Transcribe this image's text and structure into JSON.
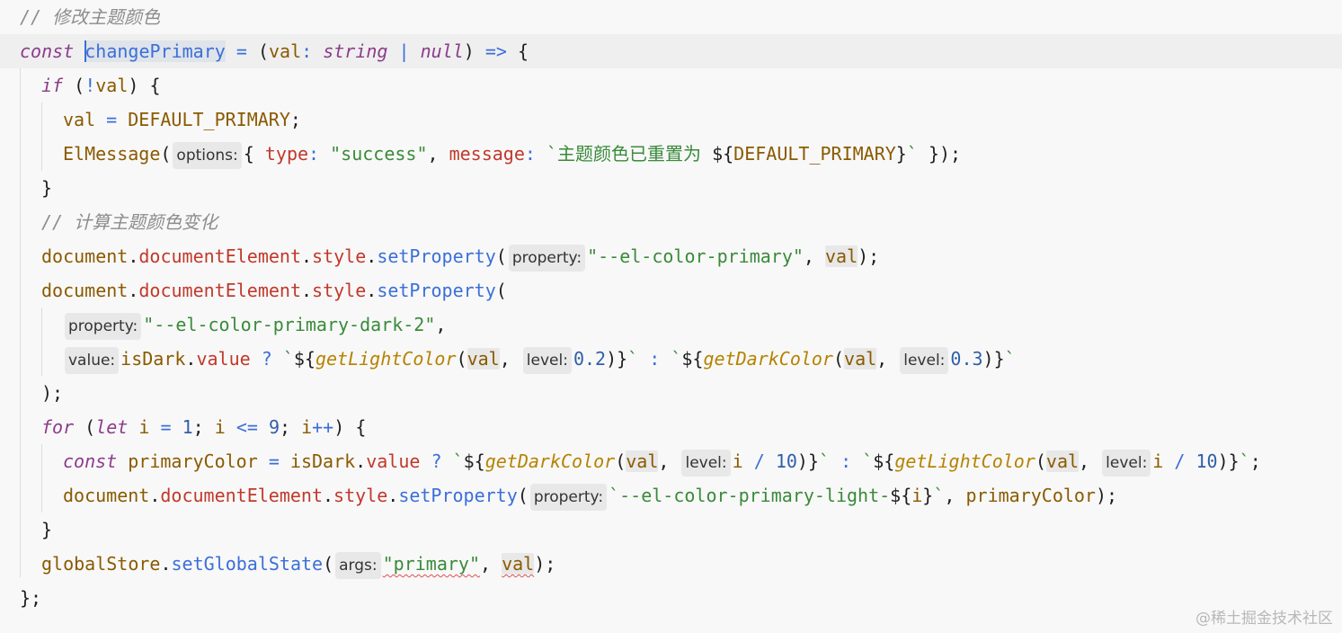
{
  "lines": [
    [
      "// 修改主题颜色"
    ],
    [
      "const",
      "changePrimary",
      "=",
      "(",
      "val",
      ":",
      "string",
      "|",
      "null",
      ")",
      "=>",
      "{"
    ],
    [
      "if",
      "(",
      "!",
      "val",
      ")",
      "{"
    ],
    [
      "val",
      "=",
      "DEFAULT_PRIMARY",
      ";"
    ],
    [
      "ElMessage",
      "(",
      "options:",
      "{",
      "type",
      ":",
      "\"success\"",
      ",",
      "message",
      ":",
      "`主题颜色已重置为 ",
      "${",
      "DEFAULT_PRIMARY",
      "}",
      "`",
      "});"
    ],
    [
      "}"
    ],
    [
      "// 计算主题颜色变化"
    ],
    [
      "document",
      ".",
      "documentElement",
      ".",
      "style",
      ".",
      "setProperty",
      "(",
      "property:",
      "\"--el-color-primary\"",
      ",",
      "val",
      ");"
    ],
    [
      "document",
      ".",
      "documentElement",
      ".",
      "style",
      ".",
      "setProperty",
      "("
    ],
    [
      "property:",
      "\"--el-color-primary-dark-2\"",
      ","
    ],
    [
      "value:",
      "isDark",
      ".",
      "value",
      "?",
      "`",
      "${",
      "getLightColor",
      "(",
      "val",
      ",",
      "level:",
      "0.2",
      ")",
      "}",
      "`",
      ":",
      "`",
      "${",
      "getDarkColor",
      "(",
      "val",
      ",",
      "level:",
      "0.3",
      ")",
      "}",
      "`"
    ],
    [
      ");"
    ],
    [
      "for",
      "(",
      "let",
      "i",
      "=",
      "1",
      ";",
      "i",
      "<=",
      "9",
      ";",
      "i",
      "++",
      ")",
      "{"
    ],
    [
      "const",
      "primaryColor",
      "=",
      "isDark",
      ".",
      "value",
      "?",
      "`",
      "${",
      "getDarkColor",
      "(",
      "val",
      ",",
      "level:",
      "i",
      "/",
      "10",
      ")",
      "}",
      "`",
      ":",
      "`",
      "${",
      "getLightColor",
      "(",
      "val",
      ",",
      "level:",
      "i",
      "/",
      "10",
      ")",
      "}",
      "`",
      ";"
    ],
    [
      "document",
      ".",
      "documentElement",
      ".",
      "style",
      ".",
      "setProperty",
      "(",
      "property:",
      "`--el-color-primary-light-",
      "${",
      "i",
      "}",
      "`",
      ",",
      "primaryColor",
      ");"
    ],
    [
      "}"
    ],
    [
      "globalStore",
      ".",
      "setGlobalState",
      "(",
      "args:",
      "\"primary\"",
      ",",
      "val",
      ");"
    ],
    [
      "};"
    ]
  ],
  "watermark": "@稀土掘金技术社区"
}
